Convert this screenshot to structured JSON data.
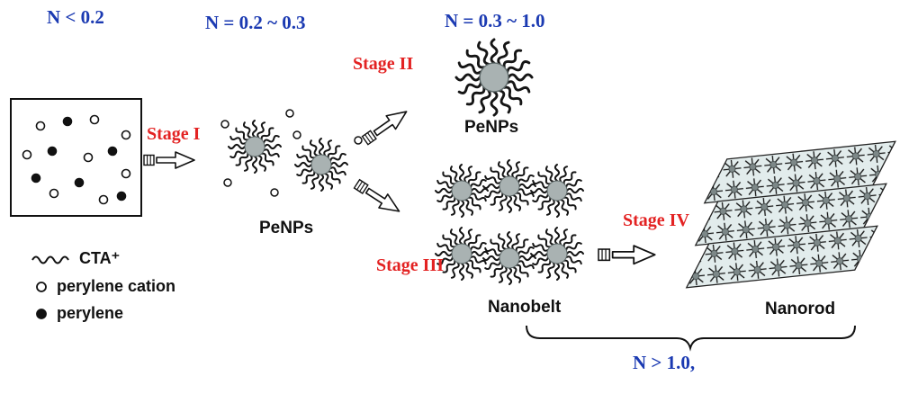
{
  "labels": {
    "n_lt_02": "N < 0.2",
    "n_02_03": "N = 0.2 ~ 0.3",
    "n_03_10": "N = 0.3 ~ 1.0",
    "n_gt_10": "N > 1.0,"
  },
  "stages": {
    "stage1": "Stage I",
    "stage2": "Stage II",
    "stage3": "Stage III",
    "stage4": "Stage IV"
  },
  "structures": {
    "penps_mid": "PeNPs",
    "penps_top": "PeNPs",
    "nanobelt": "Nanobelt",
    "nanorod": "Nanorod"
  },
  "legend": {
    "cta": "CTA⁺",
    "perylene_cation": "perylene cation",
    "perylene": "perylene"
  },
  "colors": {
    "label_blue": "#1b3ab2",
    "stage_red": "#e32222",
    "text_black": "#111111",
    "micelle_core_gray": "#a9b2b2",
    "nanorod_sheet": "#e2ecec"
  }
}
